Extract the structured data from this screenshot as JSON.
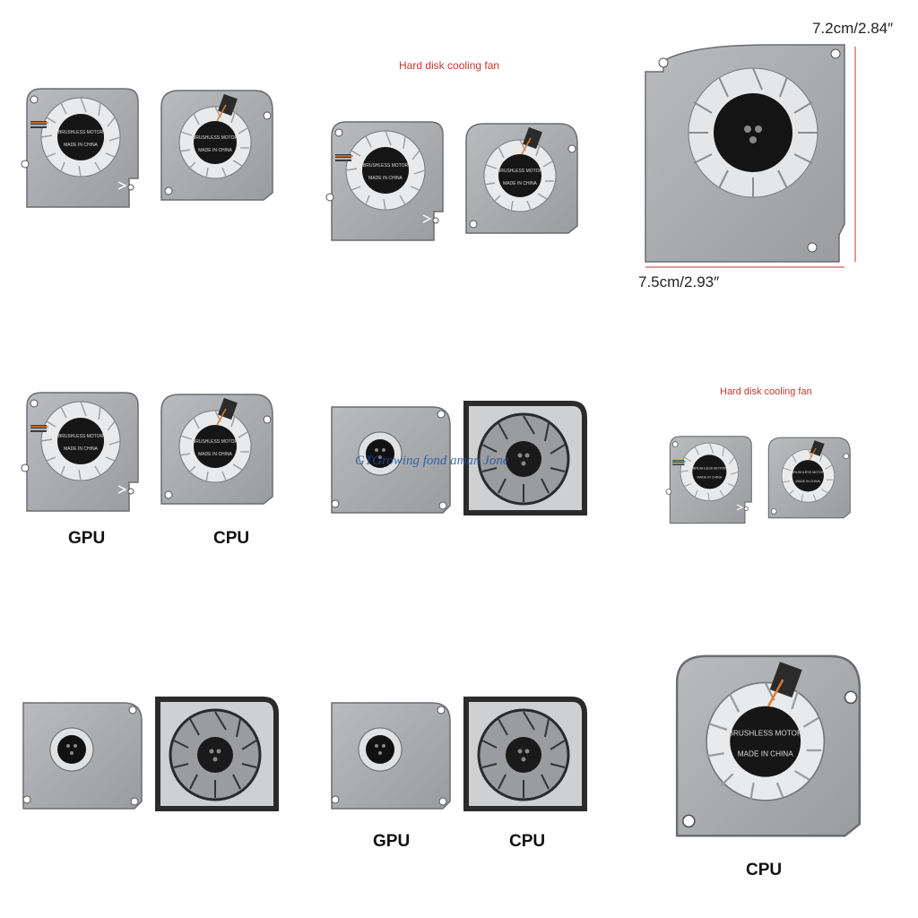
{
  "captions": {
    "hdd_fan_top": "Hard disk cooling fan",
    "hdd_fan_mid": "Hard disk cooling fan",
    "width_dim": "7.5cm/2.93″",
    "height_dim": "7.2cm/2.84″",
    "watermark": "GTGrowing fond aman Jone"
  },
  "labels": {
    "mid_left_gpu": "GPU",
    "mid_left_cpu": "CPU",
    "bottom_center_gpu": "GPU",
    "bottom_center_cpu": "CPU",
    "bottom_right_cpu": "CPU"
  },
  "fan_text": {
    "motor": "BRUSHLESS MOTOR",
    "origin": "MADE IN CHINA"
  },
  "colors": {
    "metal": "#a7a9ad",
    "metal_dark": "#7d8085",
    "frame": "#2a2a2c",
    "hub": "#161616",
    "dim_line": "#c0392b"
  }
}
